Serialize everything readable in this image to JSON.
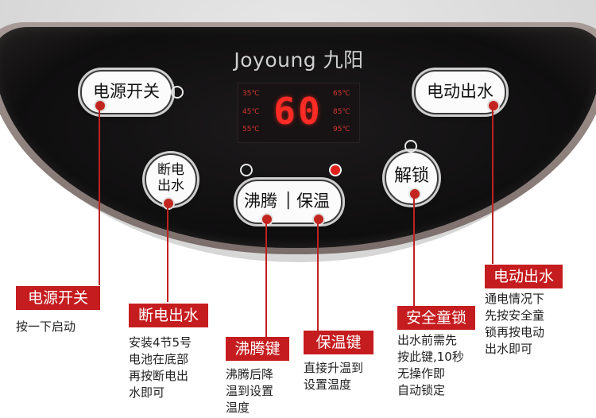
{
  "brand": "Joyoung 九阳",
  "display": {
    "value": "60",
    "temps_left": [
      "35℃",
      "45℃",
      "55℃"
    ],
    "temps_right": [
      "65℃",
      "85℃",
      "95℃"
    ]
  },
  "buttons": {
    "power": "电源开关",
    "dispense": "电动出水",
    "cutoff": [
      "断电",
      "出水"
    ],
    "unlock": "解锁",
    "boil": "沸腾",
    "divider": "|",
    "keepwarm": "保温"
  },
  "labels": [
    {
      "title": "电源开关",
      "desc": [
        "按一下启动"
      ]
    },
    {
      "title": "断电出水",
      "desc": [
        "安装4节5号",
        "电池在底部",
        "再按断电出",
        "水即可"
      ]
    },
    {
      "title": "沸腾键",
      "desc": [
        "沸腾后降",
        "温到设置",
        "温度"
      ]
    },
    {
      "title": "保温键",
      "desc": [
        "直接升温到",
        "设置温度"
      ]
    },
    {
      "title": "安全童锁",
      "desc": [
        "出水前需先",
        "按此键,10秒",
        "无操作即",
        "自动锁定"
      ]
    },
    {
      "title": "电动出水",
      "desc": [
        "通电情况下",
        "先按安全童",
        "锁再按电动",
        "出水即可"
      ]
    }
  ],
  "colors": {
    "accent": "#c51d1f",
    "display_red": "#ff2b24"
  }
}
